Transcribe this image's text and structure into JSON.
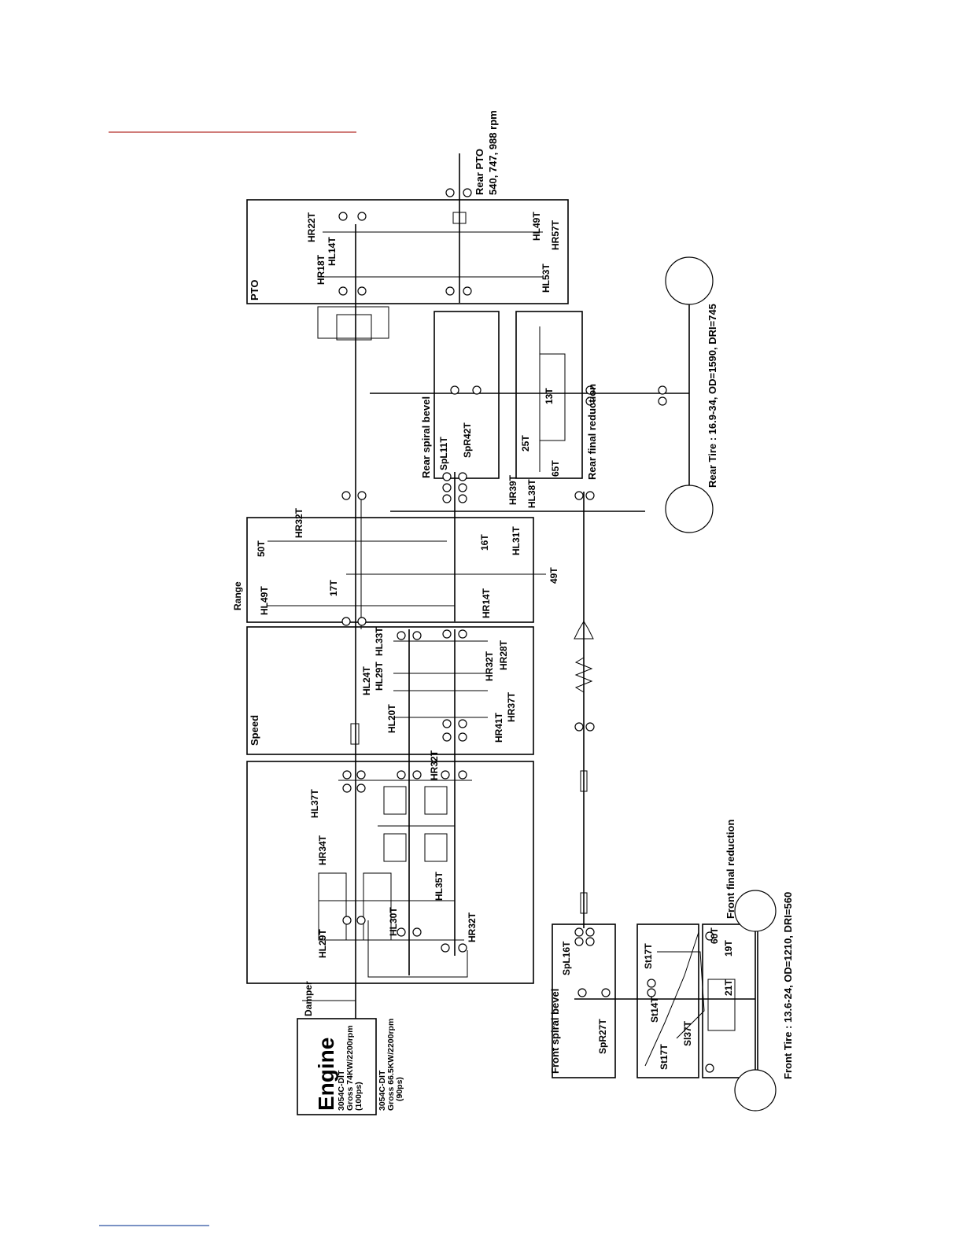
{
  "colors": {
    "header_rule": "#c0504d",
    "footer_rule": "#4f6fb0",
    "ink": "#000000"
  },
  "engine": {
    "title": "Engine",
    "spec_a_model": "3054C-DIT",
    "spec_a_power": "Gross 74KW/2200rpm",
    "spec_a_ps": "(100ps)",
    "spec_b_model": "3054C-DIT",
    "spec_b_power": "Gross 66.5KW/2200rpm",
    "spec_b_ps": "(90ps)"
  },
  "sections": {
    "damper": "Damper",
    "speed": "Speed",
    "range": "Range",
    "pto": "PTO",
    "rear_pto": "Rear PTO",
    "rear_pto_rpm": "540, 747, 988 rpm",
    "rear_spiral_bevel": "Rear spiral bevel",
    "rear_final_reduction": "Rear final reduction",
    "rear_tire": "Rear Tire : 16.9-34, OD=1590, DRI=745",
    "front_spiral_bevel": "Front spiral bevel",
    "front_final_reduction": "Front final reduction",
    "front_tire": "Front Tire : 13.6-24, OD=1210, DRI=560"
  },
  "gears": {
    "main_hl29": "HL29T",
    "main_hr34": "HR34T",
    "main_hl37": "HL37T",
    "main_hl30": "HL30T",
    "main_hl35": "HL35T",
    "main_hr32a": "HR32T",
    "main_hr32b": "HR32T",
    "speed_hl20": "HL20T",
    "speed_hl24": "HL24T",
    "speed_hl29": "HL29T",
    "speed_hl33": "HL33T",
    "speed_hr41": "HR41T",
    "speed_hr37": "HR37T",
    "speed_hr32": "HR32T",
    "speed_hr28": "HR28T",
    "range_hl49": "HL49T",
    "range_17": "17T",
    "range_50": "50T",
    "range_hr32": "HR32T",
    "range_hr14": "HR14T",
    "range_16": "16T",
    "range_hl31": "HL31T",
    "range_49": "49T",
    "pto_hr18": "HR18T",
    "pto_hl14": "HL14T",
    "pto_hr22": "HR22T",
    "pto_hl53": "HL53T",
    "pto_hr57": "HR57T",
    "pto_hl49": "HL49T",
    "rb_spl11": "SpL11T",
    "rb_spr42": "SpR42T",
    "rf_25": "25T",
    "rf_65": "65T",
    "rf_13": "13T",
    "hr39": "HR39T",
    "hl38": "HL38T",
    "fb_spl16": "SpL16T",
    "fb_spr27": "SpR27T",
    "st17a": "St17T",
    "st14": "St14T",
    "st17b": "St17T",
    "sl37": "Sl37T",
    "ff_60": "60T",
    "ff_19": "19T",
    "ff_21": "21T"
  }
}
